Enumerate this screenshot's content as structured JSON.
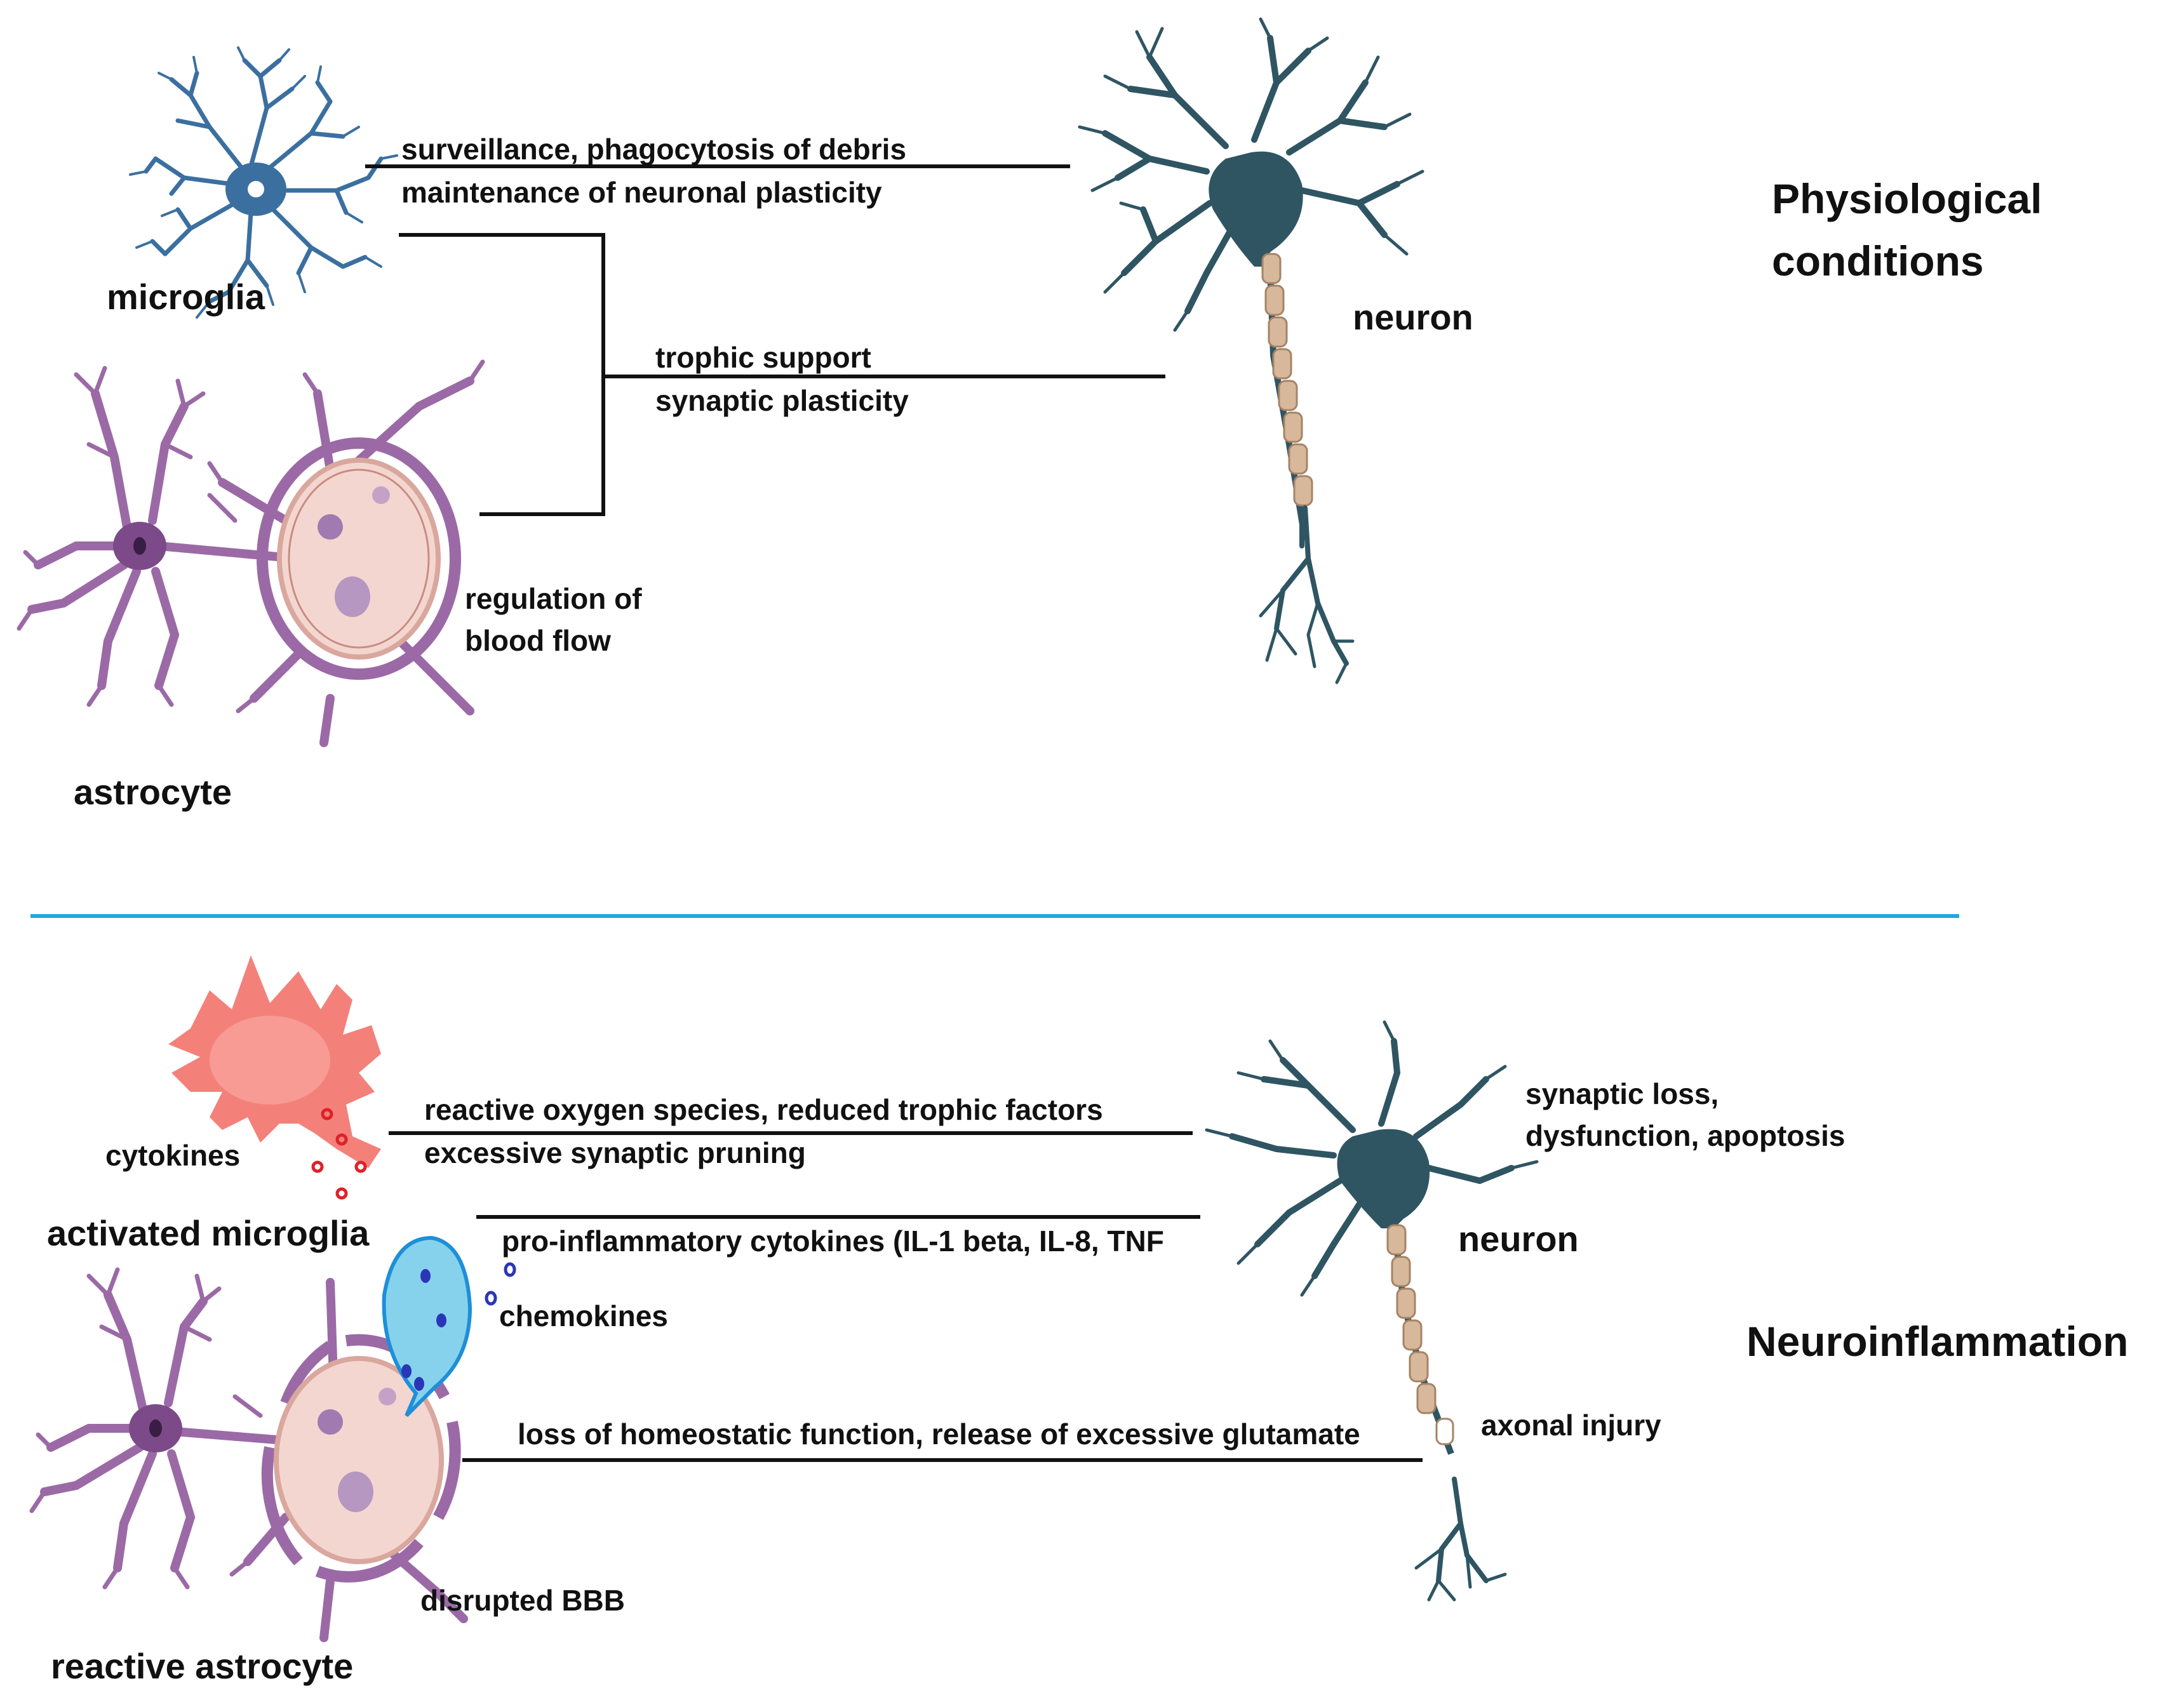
{
  "colors": {
    "astrocyte": "#9b6aa6",
    "astrocyte_dark": "#7d4a89",
    "vessel_fill": "#f4d6d0",
    "neuron": "#2f5563",
    "myelin": "#d8b89b",
    "microglia_rest": "#3b6fa0",
    "microglia_active": "#f3817a",
    "divider": "#1ea8e0",
    "cytokine_dot": "#e0202a",
    "chemokine_dot": "#2a36b8",
    "vesicle": "#86d2ec"
  },
  "physiological": {
    "section_title": [
      "Physiological",
      "conditions"
    ],
    "microglia_label": "microglia",
    "astrocyte_label": "astrocyte",
    "neuron_label": "neuron",
    "microglia_to_neuron": [
      "surveillance, phagocytosis of debris",
      "maintenance of neuronal plasticity"
    ],
    "glia_to_neuron": [
      "trophic support",
      "synaptic plasticity"
    ],
    "vessel_note": [
      "regulation of",
      "blood flow"
    ]
  },
  "neuroinflammation": {
    "section_title": "Neuroinflammation",
    "microglia_label": "activated microglia",
    "cytokines_label": "cytokines",
    "astrocyte_label": "reactive astrocyte",
    "neuron_label": "neuron",
    "neuron_outcome": [
      "synaptic loss,",
      "dysfunction, apoptosis"
    ],
    "microglia_to_neuron": [
      "reactive oxygen species, reduced trophic factors",
      "excessive synaptic pruning"
    ],
    "cytokine_line": "pro-inflammatory cytokines (IL-1 beta, IL-8, TNF",
    "chemokines_label": "chemokines",
    "astrocyte_to_neuron": "loss of homeostatic function, release of excessive glutamate",
    "axon_note": "axonal injury",
    "bbb_note": "disrupted BBB"
  }
}
